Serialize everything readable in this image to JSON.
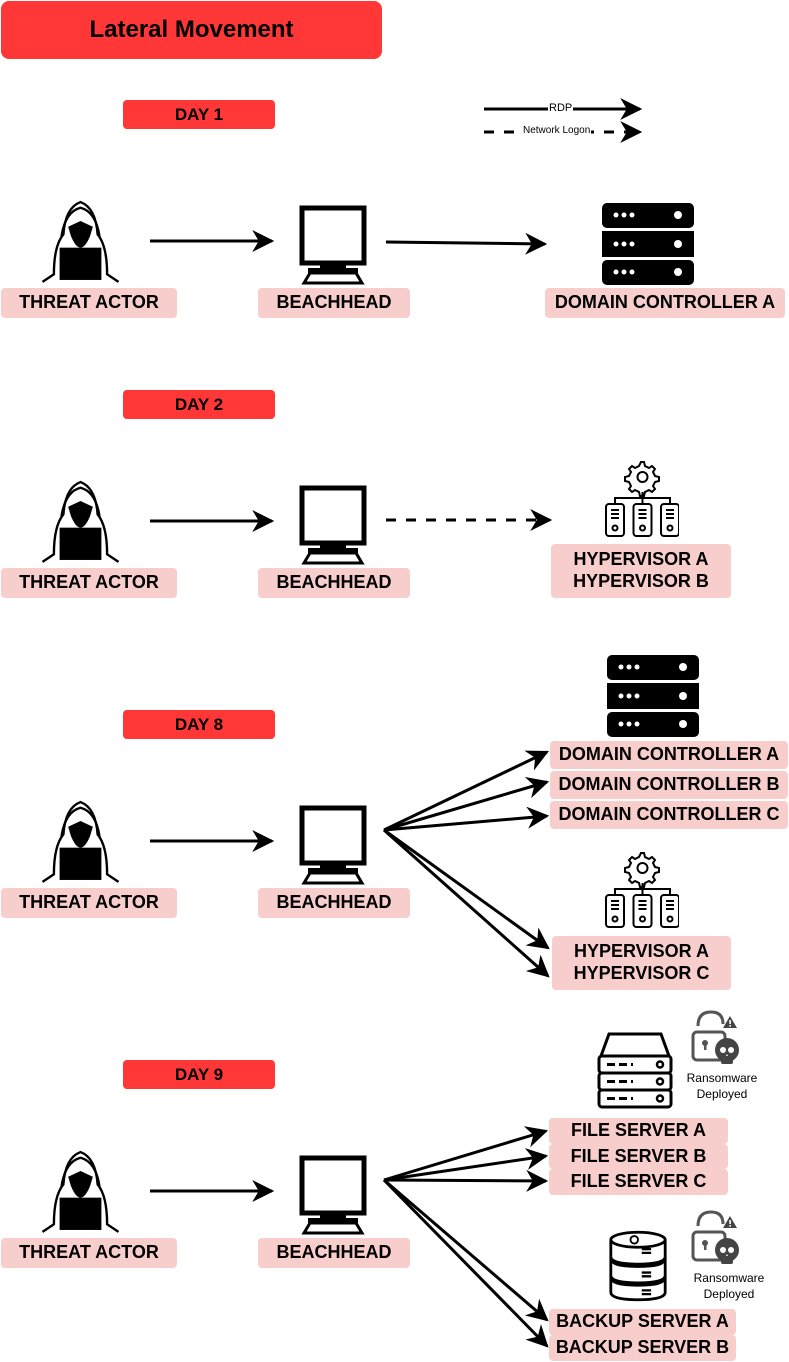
{
  "title": "Lateral Movement",
  "legend": [
    {
      "label": "RDP",
      "style": "solid"
    },
    {
      "label": "Network Logon",
      "style": "dashed"
    }
  ],
  "colors": {
    "title_bg": "#ff3737",
    "day_bg": "#ff3737",
    "label_bg": "#f8cecc",
    "line": "#000000"
  },
  "days": [
    {
      "label": "DAY 1",
      "source": "THREAT ACTOR",
      "pivot": "BEACHHEAD",
      "targets": [
        {
          "name": "DOMAIN CONTROLLER A",
          "icon": "server-rack-icon",
          "connection": "RDP"
        }
      ]
    },
    {
      "label": "DAY 2",
      "source": "THREAT ACTOR",
      "pivot": "BEACHHEAD",
      "targets": [
        {
          "names": [
            "HYPERVISOR A",
            "HYPERVISOR B"
          ],
          "icon": "hypervisor-icon",
          "connection": "Network Logon"
        }
      ]
    },
    {
      "label": "DAY 8",
      "source": "THREAT ACTOR",
      "pivot": "BEACHHEAD",
      "targets": [
        {
          "name": "DOMAIN CONTROLLER A",
          "connection": "RDP"
        },
        {
          "name": "DOMAIN CONTROLLER B",
          "connection": "RDP"
        },
        {
          "name": "DOMAIN CONTROLLER C",
          "connection": "RDP"
        },
        {
          "names": [
            "HYPERVISOR A",
            "HYPERVISOR C"
          ],
          "connection": "RDP"
        }
      ]
    },
    {
      "label": "DAY 9",
      "source": "THREAT ACTOR",
      "pivot": "BEACHHEAD",
      "targets": [
        {
          "name": "FILE SERVER A",
          "connection": "RDP"
        },
        {
          "name": "FILE SERVER B",
          "connection": "RDP"
        },
        {
          "name": "FILE SERVER C",
          "connection": "RDP"
        },
        {
          "name": "BACKUP SERVER A",
          "connection": "RDP"
        },
        {
          "name": "BACKUP SERVER B",
          "connection": "RDP"
        }
      ],
      "annotations": [
        {
          "text": [
            "Ransomware",
            "Deployed"
          ],
          "applies_to": "file-servers"
        },
        {
          "text": [
            "Ransomware",
            "Deployed"
          ],
          "applies_to": "backup-servers"
        }
      ]
    }
  ]
}
